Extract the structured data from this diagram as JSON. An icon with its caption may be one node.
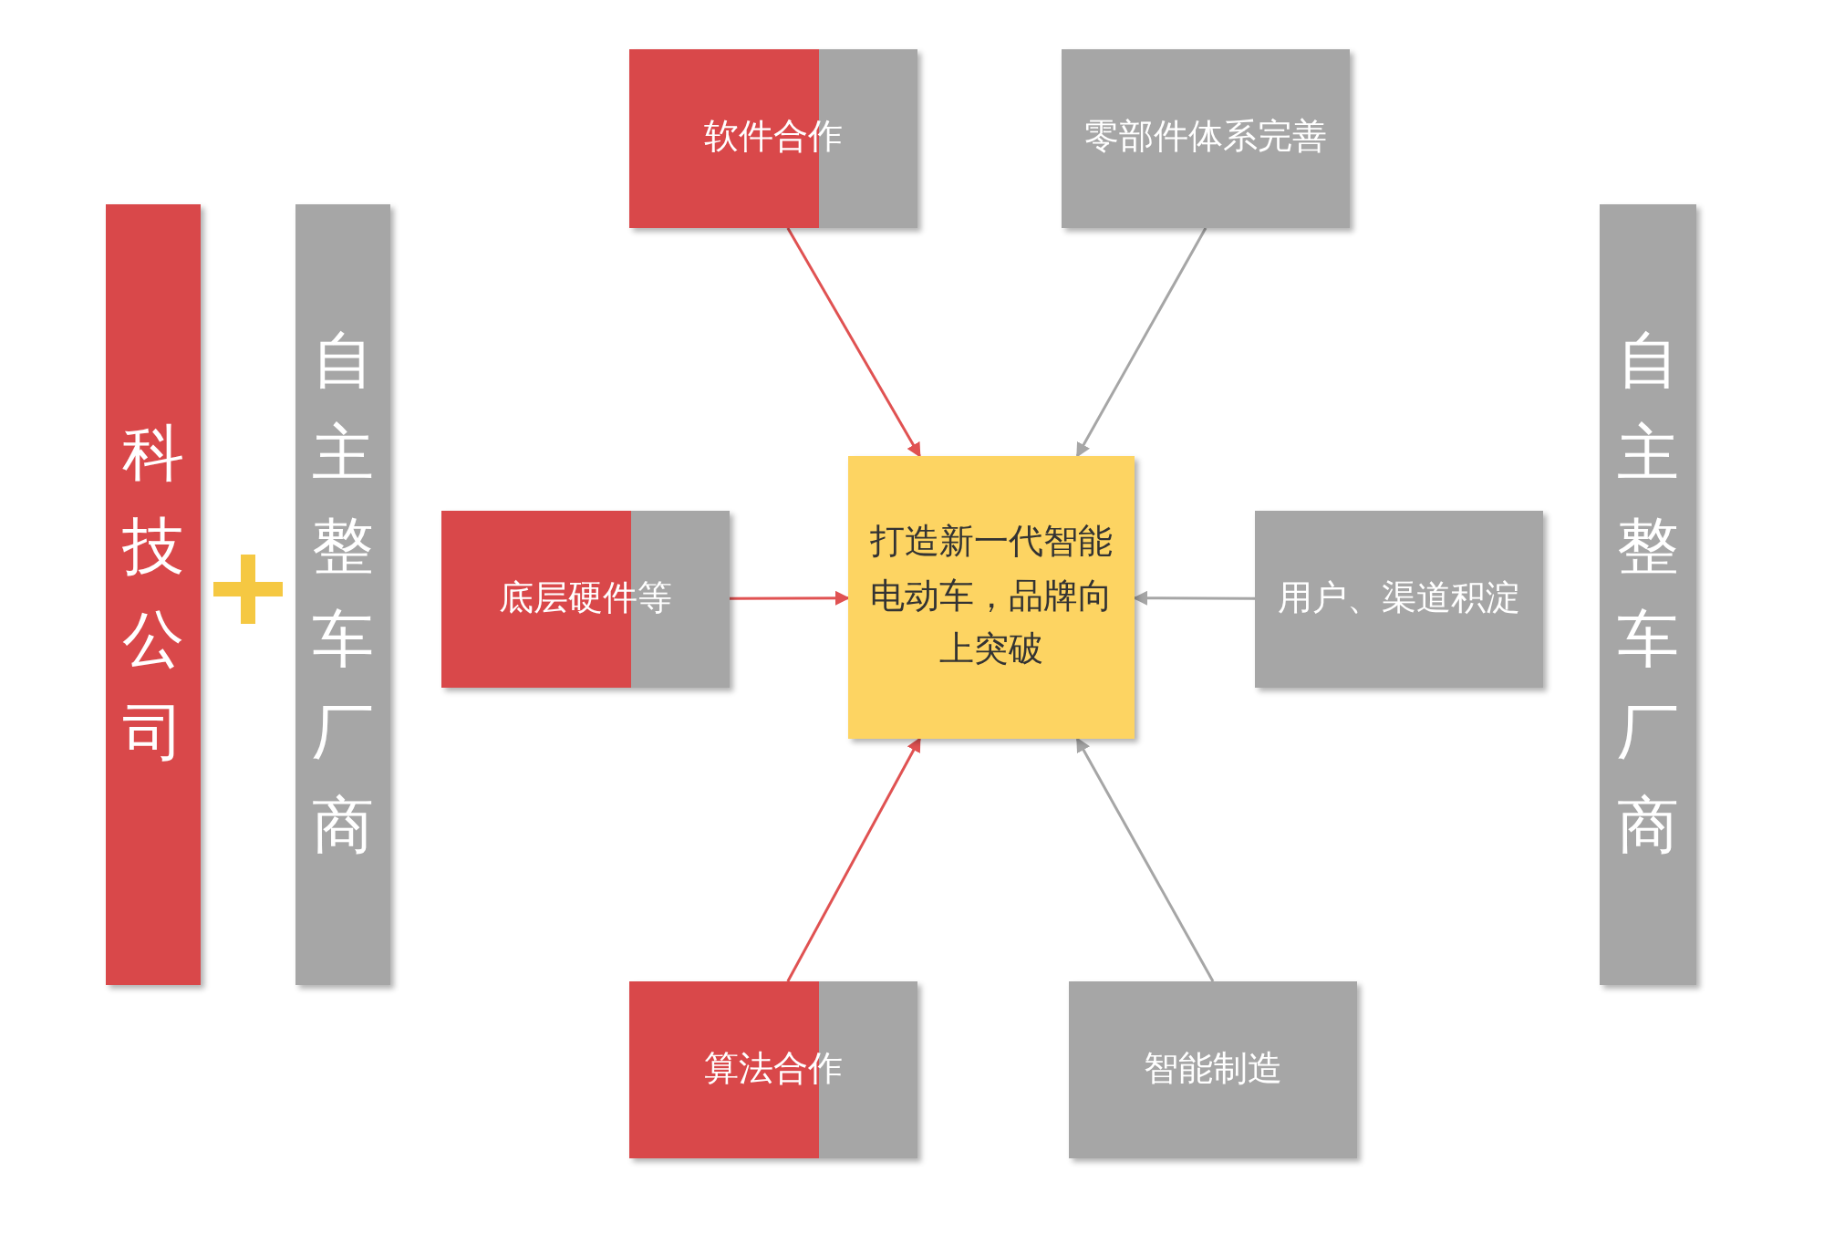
{
  "diagram": {
    "nodes": [
      {
        "text": [
          "科技公司"
        ]
      },
      {
        "text": [
          "自主整车厂商"
        ]
      },
      {
        "text": [
          "软件合作"
        ]
      },
      {
        "text": [
          "零部件体系完善"
        ]
      },
      {
        "text": [
          "底层硬件等"
        ]
      },
      {
        "text": [
          "打造新一代智能电动车，品牌向上突破"
        ]
      },
      {
        "text": [
          "用户、渠道积淀"
        ]
      },
      {
        "text": [
          "算法合作"
        ]
      },
      {
        "text": [
          "智能制造"
        ]
      },
      {
        "text": [
          "自主整车厂商"
        ]
      }
    ],
    "edges": [
      {
        "from": 2,
        "to": 5,
        "arrow": "to"
      },
      {
        "from": 3,
        "to": 5,
        "arrow": "to",
        "color": "#a6a6a6"
      },
      {
        "from": 4,
        "to": 5,
        "arrow": "to"
      },
      {
        "from": 6,
        "to": 5,
        "arrow": "to",
        "color": "#a6a6a6"
      },
      {
        "from": 7,
        "to": 5,
        "arrow": "to"
      },
      {
        "from": 8,
        "to": 5,
        "arrow": "to",
        "color": "#a6a6a6"
      }
    ]
  }
}
